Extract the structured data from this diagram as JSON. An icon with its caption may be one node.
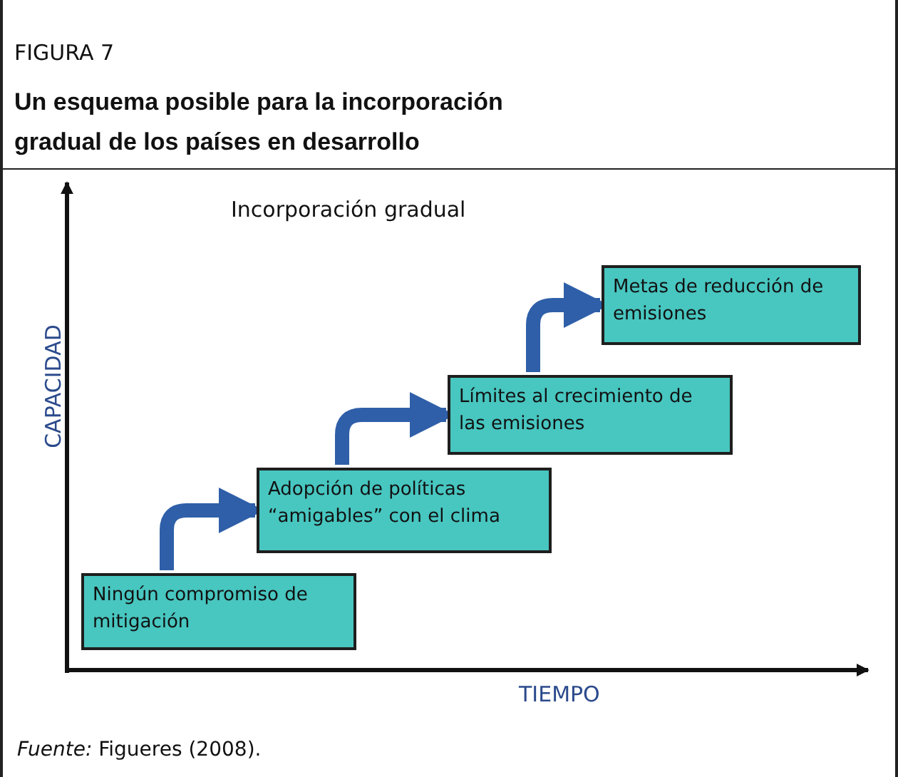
{
  "diagram": {
    "title": "Un esquema posible para la incorporación gradual de los países en desarrollo",
    "caption": "*Fuente:* Figueres (2008).",
    "nodes": [
      {
        "text": [
          "Ningún compromiso de mitigación"
        ]
      },
      {
        "text": [
          "Adopción de políticas “amigables” con el clima"
        ]
      },
      {
        "text": [
          "Límites al crecimiento de las emisiones"
        ]
      },
      {
        "text": [
          "Metas de reducción de emisiones"
        ]
      }
    ],
    "edges": [
      {
        "from": 0,
        "to": 1,
        "arrow": "to"
      },
      {
        "from": 1,
        "to": 2,
        "arrow": "to"
      },
      {
        "from": 2,
        "to": 3,
        "arrow": "to"
      }
    ],
    "labels": [
      "FIGURA 7",
      "Incorporación gradual",
      "CAPACIDAD",
      "TIEMPO"
    ]
  }
}
